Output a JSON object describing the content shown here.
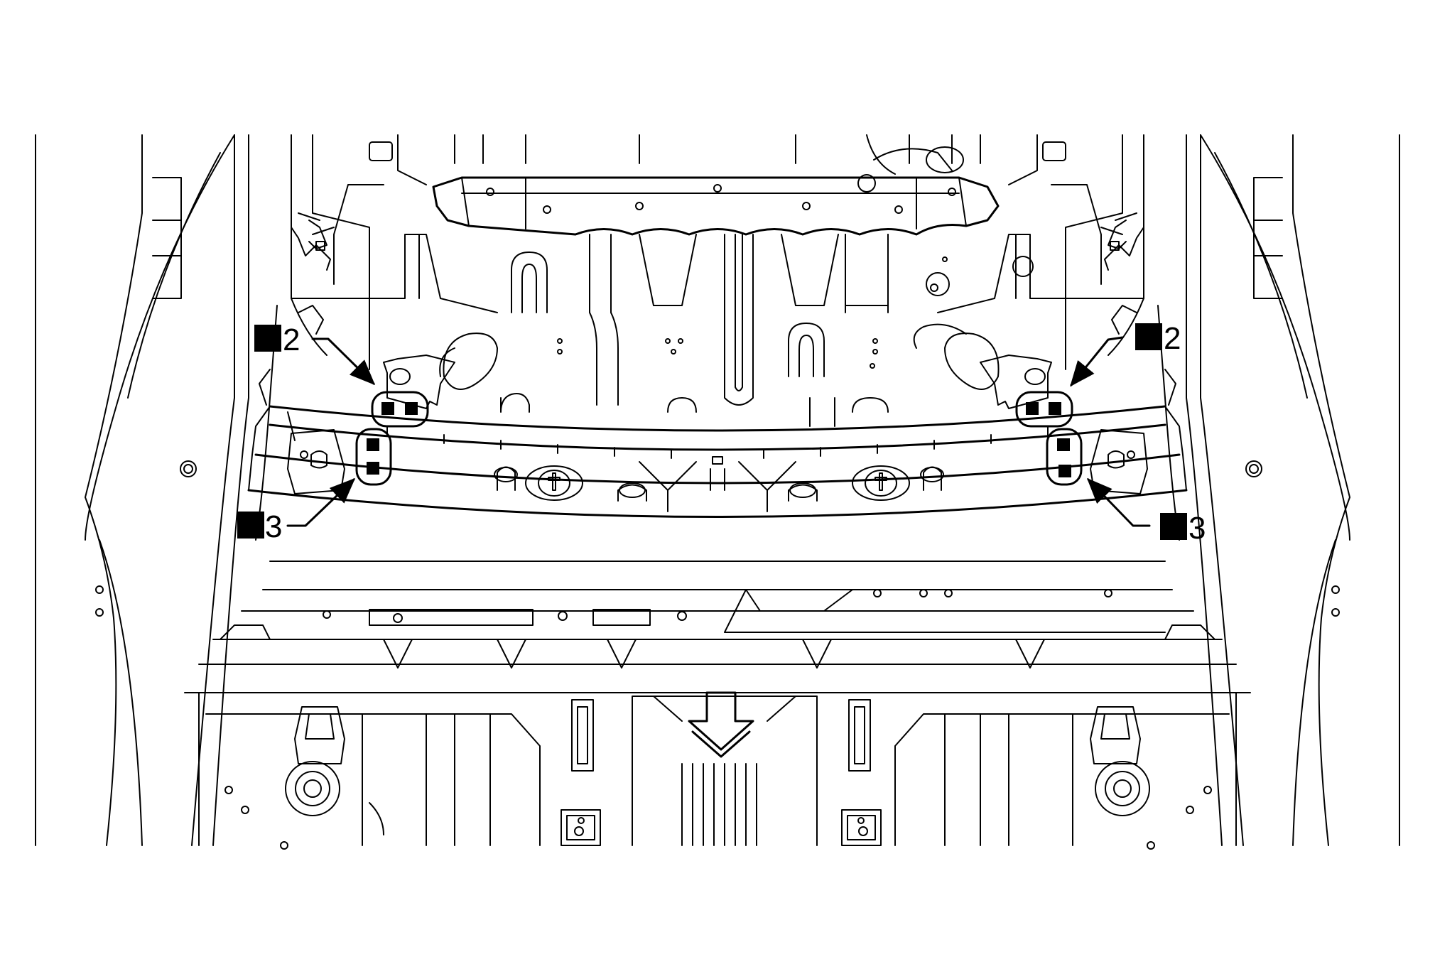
{
  "callouts": [
    {
      "id": "left-2",
      "number": "2"
    },
    {
      "id": "right-2",
      "number": "2"
    },
    {
      "id": "left-3",
      "number": "3"
    },
    {
      "id": "right-3",
      "number": "3"
    }
  ],
  "colors": {
    "line": "#000000",
    "background": "#ffffff"
  }
}
